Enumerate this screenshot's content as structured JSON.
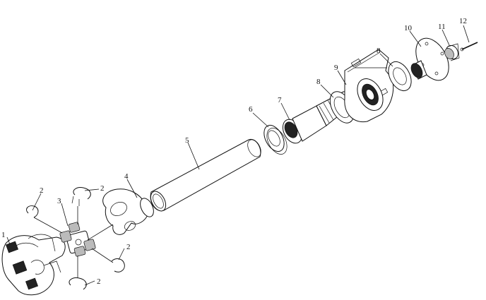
{
  "diagram": {
    "labels": {
      "p1": "1",
      "p2a": "2",
      "p2b": "2",
      "p2c": "2",
      "p2d": "2",
      "p3": "3",
      "p4": "4",
      "p5": "5",
      "p6": "6",
      "p7": "7",
      "p8a": "8",
      "p8b": "8",
      "p9": "9",
      "p10": "10",
      "p11": "11",
      "p12": "12"
    }
  }
}
